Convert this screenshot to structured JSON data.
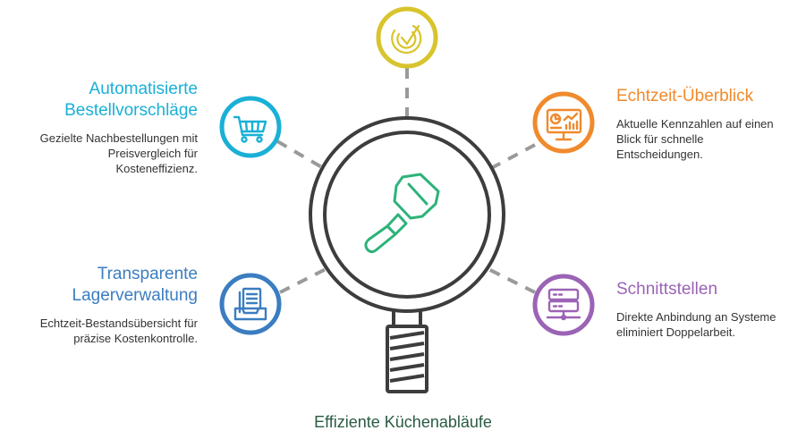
{
  "colors": {
    "cyan": "#1ab0d6",
    "yellow": "#d8c42c",
    "orange": "#f08a2c",
    "blue": "#3b7dc0",
    "purple": "#9b63b5",
    "green": "#2db37a",
    "dark": "#3d3d3d",
    "dash": "#9a9a9a"
  },
  "icons": {
    "top": "check-target-icon",
    "left_top": "shopping-cart-icon",
    "left_bottom": "document-tray-icon",
    "right_top": "monitor-chart-icon",
    "right_bottom": "server-icon",
    "center": "spatula-icon"
  },
  "left_top": {
    "title_line1": "Automatisierte",
    "title_line2": "Bestellvorschläge",
    "desc_line1": "Gezielte Nachbestellungen mit",
    "desc_line2": "Preisvergleich für",
    "desc_line3": "Kosteneffizienz."
  },
  "left_bottom": {
    "title_line1": "Transparente",
    "title_line2": "Lagerverwaltung",
    "desc_line1": "Echtzeit-Bestandsübersicht für",
    "desc_line2": "präzise Kostenkontrolle."
  },
  "right_top": {
    "title": "Echtzeit-Überblick",
    "desc_line1": "Aktuelle Kennzahlen auf einen",
    "desc_line2": "Blick für schnelle",
    "desc_line3": "Entscheidungen."
  },
  "right_bottom": {
    "title": "Schnittstellen",
    "desc_line1": "Direkte Anbindung an Systeme",
    "desc_line2": "eliminiert Doppelarbeit."
  },
  "footer": "Effiziente Küchenabläufe"
}
